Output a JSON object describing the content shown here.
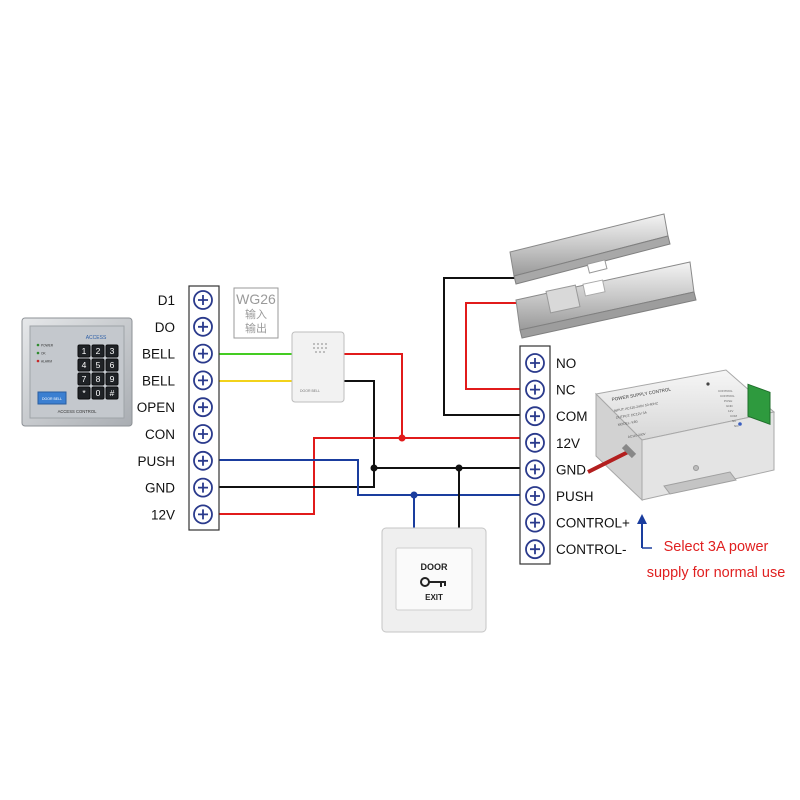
{
  "title": "Access control wiring diagram",
  "keypad": {
    "brand": "ACCESS",
    "panel_label": "ACCESS CONTROL",
    "indicators": [
      "POWER",
      "OK",
      "ALARM"
    ],
    "keys": [
      "1",
      "2",
      "3",
      "4",
      "5",
      "6",
      "7",
      "8",
      "9",
      "*",
      "0",
      "#"
    ],
    "bell_key": "DOOR BELL"
  },
  "left_terminals": [
    "D1",
    "DO",
    "BELL",
    "BELL",
    "OPEN",
    "CON",
    "PUSH",
    "GND",
    "12V"
  ],
  "wg_box": {
    "label": "WG26",
    "line1": "输入",
    "line2": "输出"
  },
  "doorbell": {
    "label": "DOOR BELL"
  },
  "right_terminals": [
    "NO",
    "NC",
    "COM",
    "12V",
    "GND",
    "PUSH",
    "CONTROL+",
    "CONTROL-"
  ],
  "exit_button": {
    "line1": "DOOR",
    "line2": "EXIT"
  },
  "power_supply": {
    "title": "POWER SUPPLY CONTROL",
    "spec1": "INPUT: AC110-240V 50-60HZ",
    "spec2": "OUTPUT: DC12V 3A",
    "model": "MODEL: K80",
    "side_labels": [
      "CONTROL",
      "CONTROL",
      "PUSH",
      "GND",
      "12V",
      "COM",
      "NC",
      "NO"
    ],
    "input_label": "AC110-240V"
  },
  "note": {
    "line1": "Select 3A power",
    "line2": "supply for normal use",
    "color": "#e02020"
  },
  "wire_colors": {
    "red": "#e11b1b",
    "black": "#111111",
    "blue": "#1a3d9e",
    "green": "#44cc22",
    "yellow": "#f2d21b",
    "terminal": "#2a3a8c"
  }
}
